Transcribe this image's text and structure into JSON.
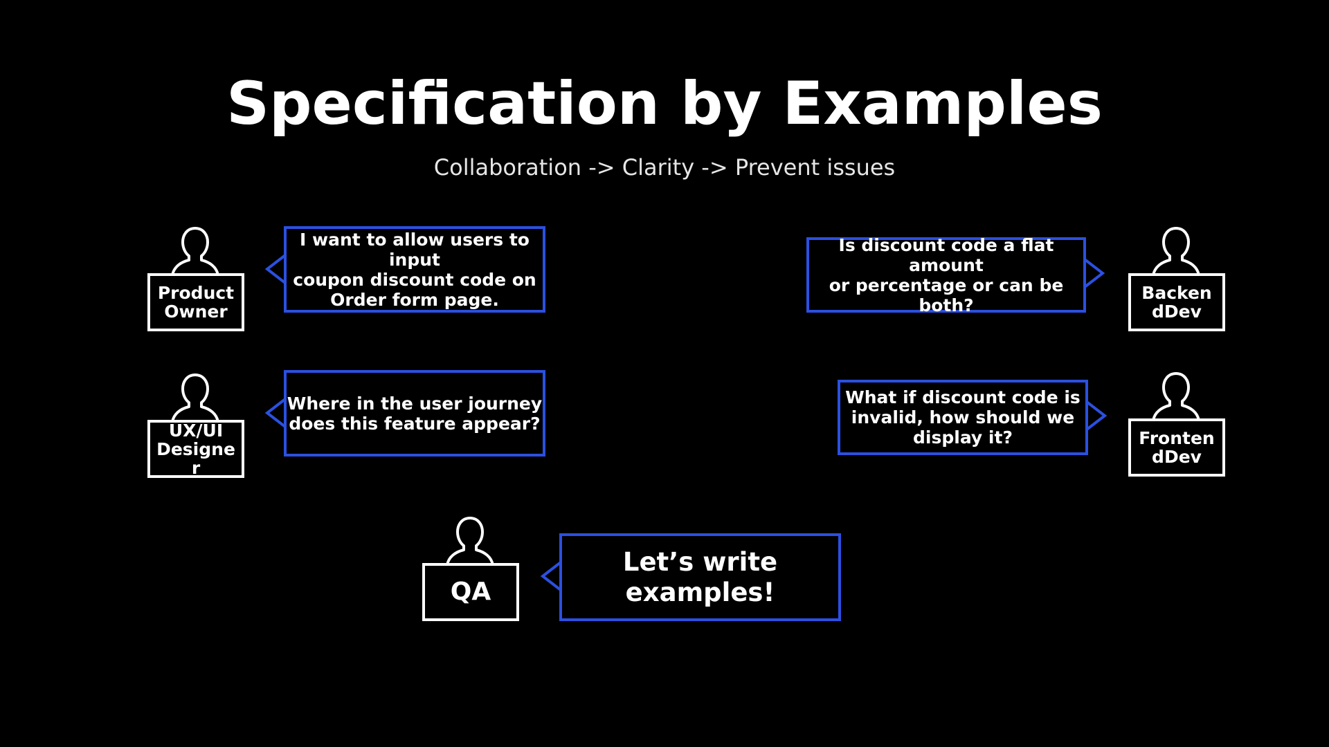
{
  "slide": {
    "title": "Specification by Examples",
    "subtitle": "Collaboration -> Clarity -> Prevent issues"
  },
  "colors": {
    "background": "#000000",
    "text": "#ffffff",
    "bubble_border": "#2b50e0"
  },
  "icons": {
    "person": "person-icon"
  },
  "roles": {
    "product_owner": "Product\nOwner",
    "ux_ui_designer": "UX/UI\nDesigne\nr",
    "backend_dev": "Backen\ndDev",
    "frontend_dev": "Fronten\ndDev",
    "qa": "QA"
  },
  "speech": {
    "product_owner": "I want to allow users to input\ncoupon discount code on\nOrder form page.",
    "ux_ui_designer": "Where in the user journey\ndoes this feature appear?",
    "backend_dev": "Is discount code a flat amount\nor percentage or can be both?",
    "frontend_dev": "What if discount code is\ninvalid, how should we\ndisplay it?",
    "qa": "Let’s write examples!"
  }
}
